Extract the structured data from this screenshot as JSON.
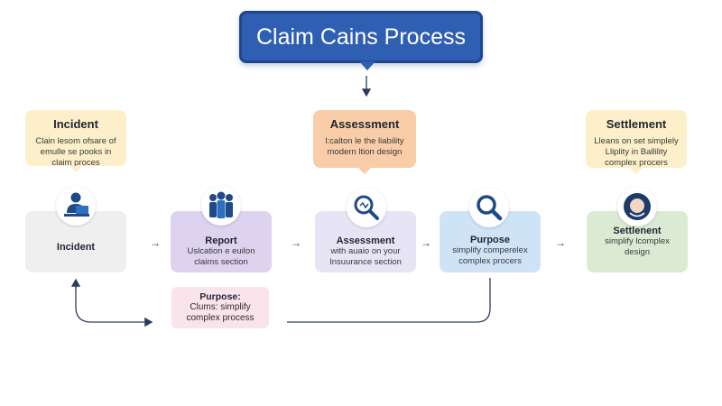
{
  "title": "Claim Cains Process",
  "callouts": {
    "incident": {
      "title": "Incident",
      "text": [
        "Clain lesom ofsare of",
        "emulle se pooks in",
        "claim proces"
      ]
    },
    "assessment": {
      "title": "Assessment",
      "text": [
        "l:calton le the liability",
        "modern ltion design"
      ]
    },
    "settlement": {
      "title": "Settlement",
      "text": [
        "Lleans on set simplely",
        "Lliplity in Ballility",
        "complex procers"
      ]
    }
  },
  "nodes": {
    "incident": {
      "title": "Incident"
    },
    "report": {
      "title": "Report",
      "text": [
        "Uslcation e euilon",
        "claims section"
      ]
    },
    "assessment": {
      "title": "Assessment",
      "text": [
        "with auaio on your",
        "Insuurance section"
      ]
    },
    "purpose": {
      "title": "Purpose",
      "text": [
        "simplify comperelex",
        "complex procers"
      ]
    },
    "settlement": {
      "title": "Settlenent",
      "text": [
        "simplify lcomplex",
        "design"
      ]
    }
  },
  "purpose_box": {
    "title": "Purpose:",
    "text": [
      "Clums: simplify",
      "complex process"
    ]
  },
  "icons": [
    "person-at-desk-icon",
    "group-icon",
    "magnifier-icon",
    "magnifier-icon",
    "headset-person-icon"
  ],
  "arrows": [
    "→",
    "→",
    "→",
    "→"
  ],
  "colors": {
    "title_bg": "#2f5fb3",
    "connector": "#2b3a5c",
    "incident_callout": "#fcefc9",
    "assessment_callout": "#f9cda7",
    "report_node": "#ddd3ee",
    "purpose_node": "#cfe3f7",
    "settlement_node": "#dbebd3"
  }
}
